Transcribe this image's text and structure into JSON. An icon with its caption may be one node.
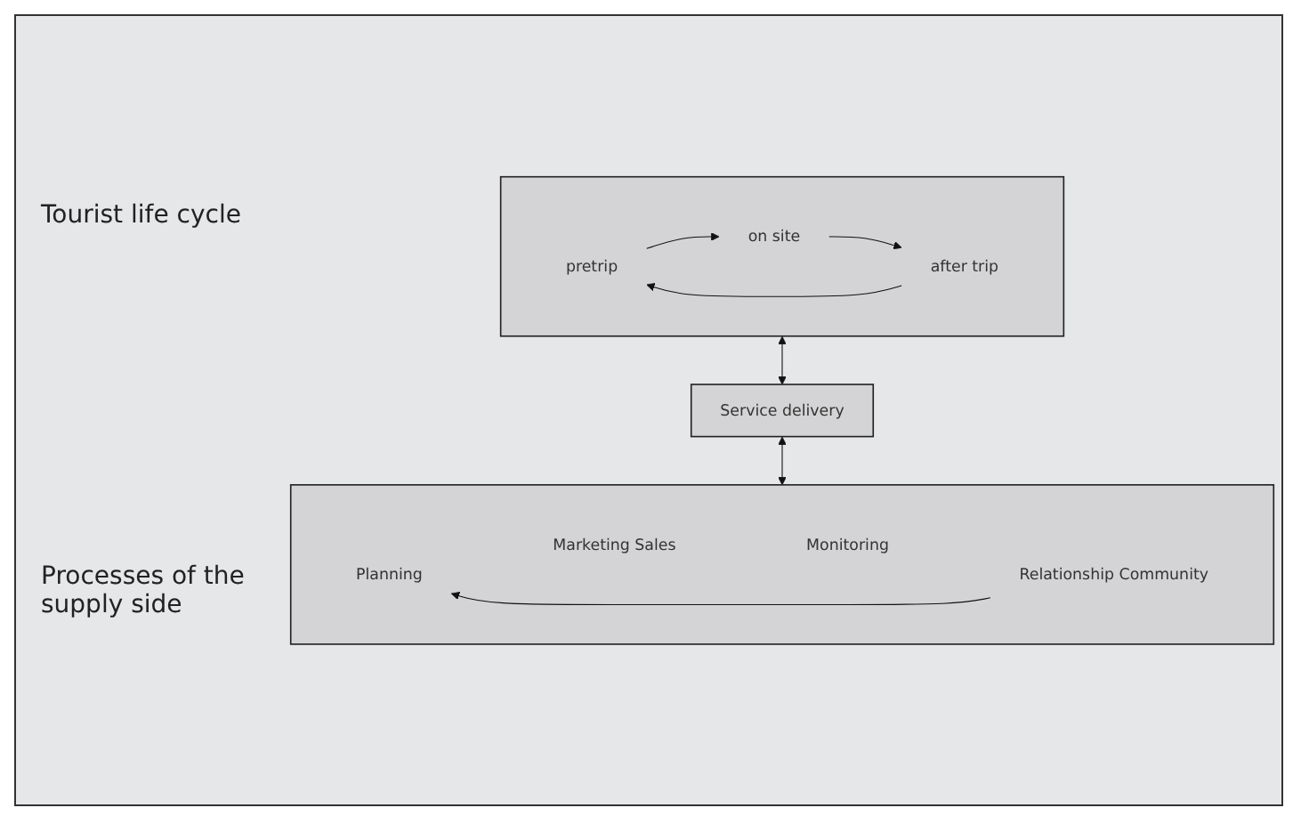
{
  "diagram": {
    "nodes": [
      {
        "text": [],
        "shape": "box"
      },
      {
        "text": [
          "pretrip"
        ],
        "in": 0
      },
      {
        "text": [
          "on site"
        ],
        "in": 0
      },
      {
        "text": [
          "after trip"
        ],
        "in": 0
      },
      {
        "text": [
          "Service delivery"
        ]
      },
      {
        "text": [],
        "shape": "box"
      },
      {
        "text": [
          "Planning"
        ],
        "in": 5
      },
      {
        "text": [
          "Marketing Sales"
        ],
        "in": 5
      },
      {
        "text": [
          "Monitoring"
        ],
        "in": 5
      },
      {
        "text": [
          "Relationship Community"
        ],
        "in": 5
      }
    ],
    "edges": [
      {
        "from": 1,
        "to": 2,
        "arrow": "to"
      },
      {
        "from": 2,
        "to": 3,
        "arrow": "to"
      },
      {
        "from": 3,
        "to": 1,
        "arrow": "to"
      },
      {
        "from": 0,
        "to": 4,
        "arrow": "both"
      },
      {
        "from": 4,
        "to": 5,
        "arrow": "both"
      },
      {
        "from": 9,
        "to": 6,
        "arrow": "to"
      }
    ],
    "labels": [
      "Tourist life cycle",
      "Processes of the supply side"
    ]
  }
}
